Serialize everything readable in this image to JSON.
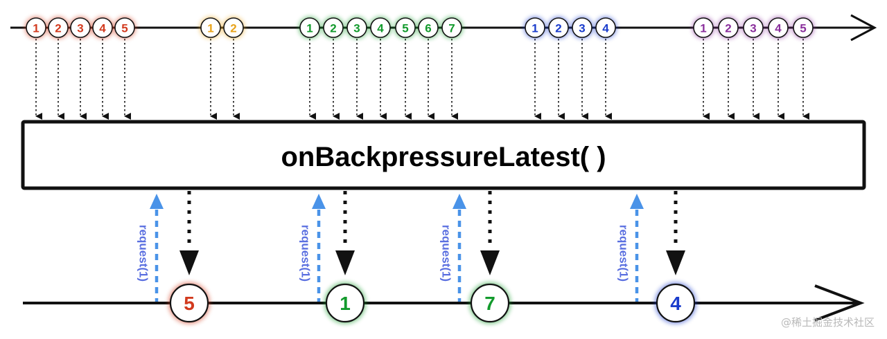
{
  "operator_label": "onBackpressureLatest( )",
  "request_label": "request(1)",
  "watermark": "@稀土掘金技术社区",
  "colors": {
    "red": "#d23a1e",
    "orange": "#e8a31a",
    "green": "#129a2c",
    "blue": "#1a3ccc",
    "purple": "#8a2f9c",
    "request": "#4a93e8",
    "line": "#111111"
  },
  "upstream_groups": [
    {
      "color": "red",
      "items": [
        "1",
        "2",
        "3",
        "4",
        "5"
      ]
    },
    {
      "color": "orange",
      "items": [
        "1",
        "2"
      ]
    },
    {
      "color": "green",
      "items": [
        "1",
        "2",
        "3",
        "4",
        "5",
        "6",
        "7"
      ]
    },
    {
      "color": "blue",
      "items": [
        "1",
        "2",
        "3",
        "4"
      ]
    },
    {
      "color": "purple",
      "items": [
        "1",
        "2",
        "3",
        "4",
        "5"
      ]
    }
  ],
  "downstream_emissions": [
    {
      "color": "red",
      "label": "5"
    },
    {
      "color": "green",
      "label": "1"
    },
    {
      "color": "green",
      "label": "7"
    },
    {
      "color": "blue",
      "label": "4"
    }
  ]
}
